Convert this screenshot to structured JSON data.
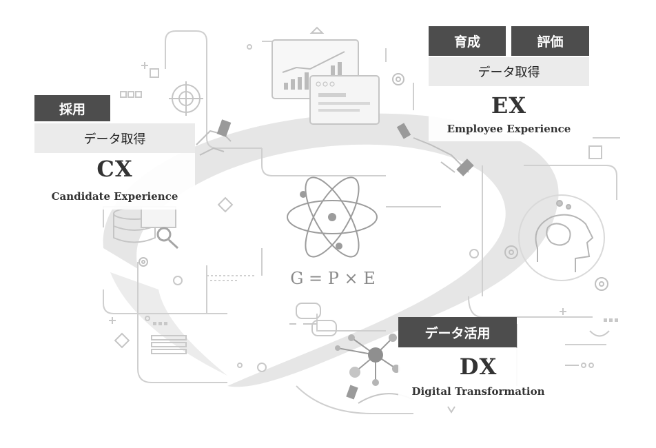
{
  "formula": "G = P × E",
  "cx": {
    "tag": "採用",
    "sub": "データ取得",
    "title": "CX",
    "subtitle": "Candidate Experience"
  },
  "ex": {
    "tags": [
      "育成",
      "評価"
    ],
    "sub": "データ取得",
    "title": "EX",
    "subtitle": "Employee Experience"
  },
  "dx": {
    "tag": "データ活用",
    "title": "DX",
    "subtitle": "Digital Transformation"
  },
  "colors": {
    "tag_bg": "#4d4d4d",
    "sub_bg": "#ebebeb",
    "line": "#c8c8c8",
    "swoosh": "#e4e4e4",
    "text": "#333333"
  },
  "icons": [
    "atom-icon",
    "bar-chart-icon",
    "target-icon",
    "handshake-icon",
    "database-icon",
    "magnifier-icon",
    "gear-icon",
    "brain-head-icon",
    "network-icon",
    "browser-window-icon",
    "diamond-icon",
    "hand-icon"
  ]
}
